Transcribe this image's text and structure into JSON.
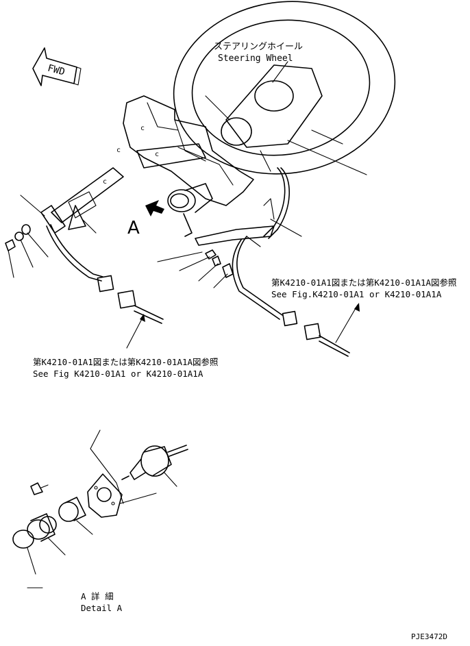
{
  "labels": {
    "wheel_jp": "ステアリングホイール",
    "wheel_en": "Steering Wheel",
    "fwd": "FWD",
    "view_letter": "A",
    "ref_right_jp": "第K4210-01A1図または第K4210-01A1A図参照",
    "ref_right_en": "See Fig.K4210-01A1 or K4210-01A1A",
    "ref_left_jp": "第K4210-01A1図または第K4210-01A1A図参照",
    "ref_left_en": "See Fig K4210-01A1 or K4210-01A1A",
    "detail_jp": "A 詳 細",
    "detail_en": "Detail A",
    "drawing_code": "PJE3472D"
  }
}
